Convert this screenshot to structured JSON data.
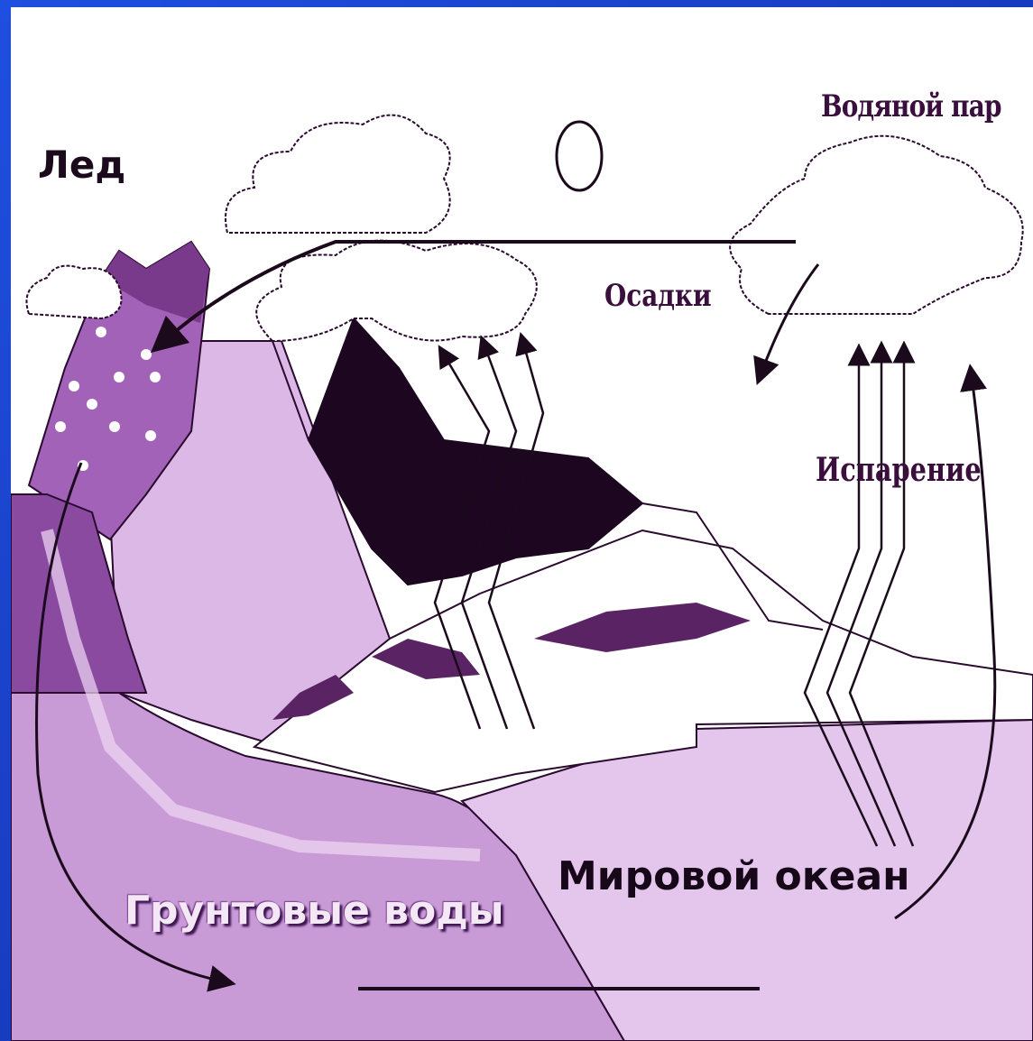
{
  "labels": {
    "ice": "Лед",
    "water_vapor": "Водяной пар",
    "precipitation": "Осадки",
    "evaporation": "Испарение",
    "world_ocean": "Мировой океан",
    "groundwater": "Грунтовые воды"
  },
  "colors": {
    "slide_background": "#1a3fc8",
    "light_violet": "#dcb8e6",
    "mid_violet": "#c896d8",
    "dark_violet": "#7a3a8c",
    "mountain_dark": "#1c0620",
    "outline": "#2a0a2e"
  }
}
